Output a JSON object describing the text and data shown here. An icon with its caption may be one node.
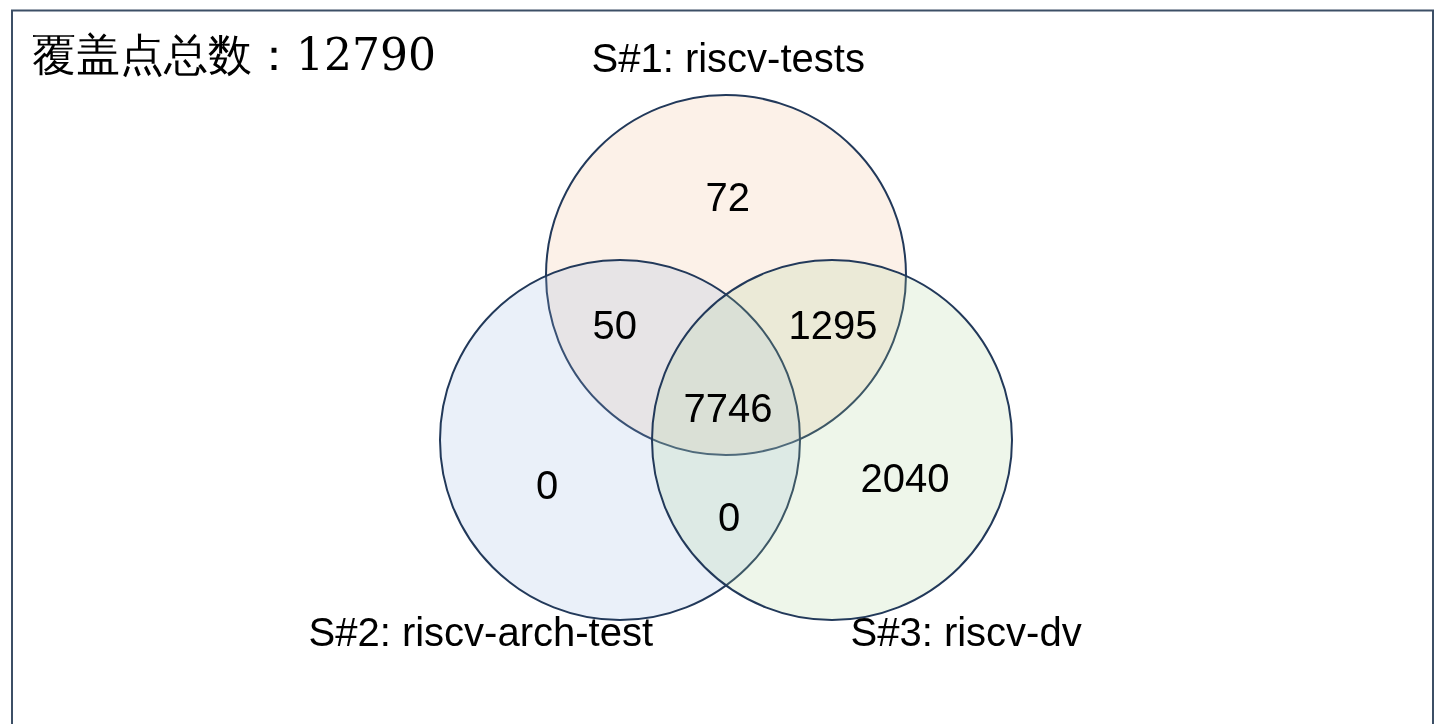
{
  "diagram": {
    "nodes": [
      {
        "text": [
          "S#1: riscv-tests",
          "72"
        ]
      },
      {
        "text": [
          "0",
          "S#2: riscv-arch-test"
        ]
      },
      {
        "text": [
          "2040",
          "S#3: riscv-dv"
        ]
      }
    ],
    "labels": [
      "覆盖点总数：12790",
      "50",
      "1295",
      "7746",
      "0"
    ]
  }
}
